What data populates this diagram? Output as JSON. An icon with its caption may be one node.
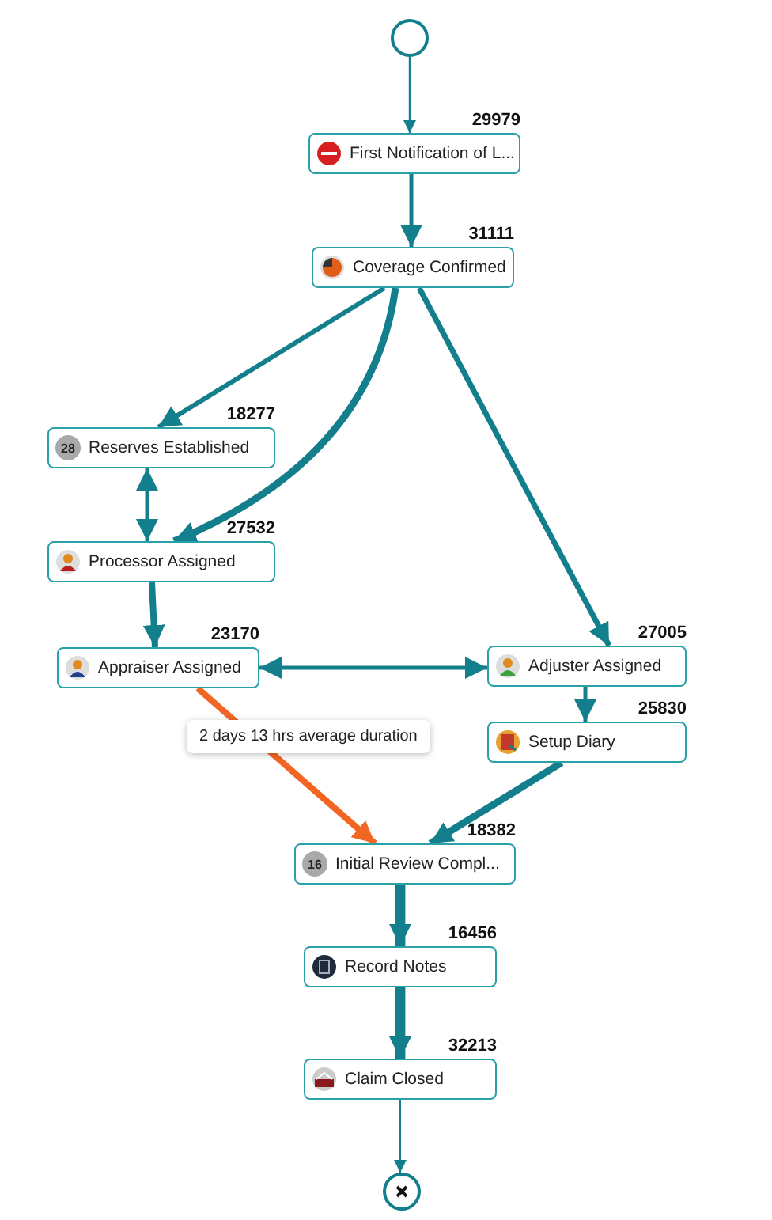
{
  "diagram": {
    "nodes": [
      {
        "text": [],
        "shape": "circle"
      },
      {
        "text": [
          "First Notification of L..."
        ],
        "beside": [
          "29979"
        ]
      },
      {
        "text": [
          "Coverage Confirmed"
        ],
        "beside": [
          "31111"
        ]
      },
      {
        "text": [
          "28",
          "Reserves Established"
        ],
        "beside": [
          "18277"
        ]
      },
      {
        "text": [
          "Processor Assigned"
        ],
        "beside": [
          "27532"
        ]
      },
      {
        "text": [
          "Appraiser Assigned"
        ],
        "beside": [
          "23170"
        ]
      },
      {
        "text": [
          "Adjuster Assigned"
        ],
        "beside": [
          "27005"
        ]
      },
      {
        "text": [
          "Setup Diary"
        ],
        "beside": [
          "25830"
        ]
      },
      {
        "text": [
          "16",
          "Initial Review Compl..."
        ],
        "beside": [
          "18382"
        ]
      },
      {
        "text": [
          "Record Notes"
        ],
        "beside": [
          "16456"
        ]
      },
      {
        "text": [
          "Claim Closed"
        ],
        "beside": [
          "32213"
        ]
      },
      {
        "text": [],
        "shape": "circle"
      }
    ],
    "edges": [
      {
        "from": 0,
        "to": 1,
        "arrow": "to"
      },
      {
        "from": 1,
        "to": 2,
        "arrow": "to"
      },
      {
        "from": 2,
        "to": 3,
        "arrow": "to"
      },
      {
        "from": 2,
        "to": 4,
        "arrow": "to"
      },
      {
        "from": 2,
        "to": 6,
        "arrow": "to"
      },
      {
        "from": 3,
        "to": 4,
        "arrow": "both"
      },
      {
        "from": 4,
        "to": 5,
        "arrow": "to"
      },
      {
        "from": 5,
        "to": 6,
        "arrow": "both"
      },
      {
        "from": 5,
        "to": 8,
        "arrow": "to",
        "color": "#f26522",
        "label": "2 days 13 hrs average duration"
      },
      {
        "from": 6,
        "to": 7,
        "arrow": "to"
      },
      {
        "from": 7,
        "to": 8,
        "arrow": "to"
      },
      {
        "from": 8,
        "to": 9,
        "arrow": "to",
        "style": "thick"
      },
      {
        "from": 9,
        "to": 10,
        "arrow": "to",
        "style": "thick"
      },
      {
        "from": 10,
        "to": 11,
        "arrow": "to"
      }
    ]
  }
}
